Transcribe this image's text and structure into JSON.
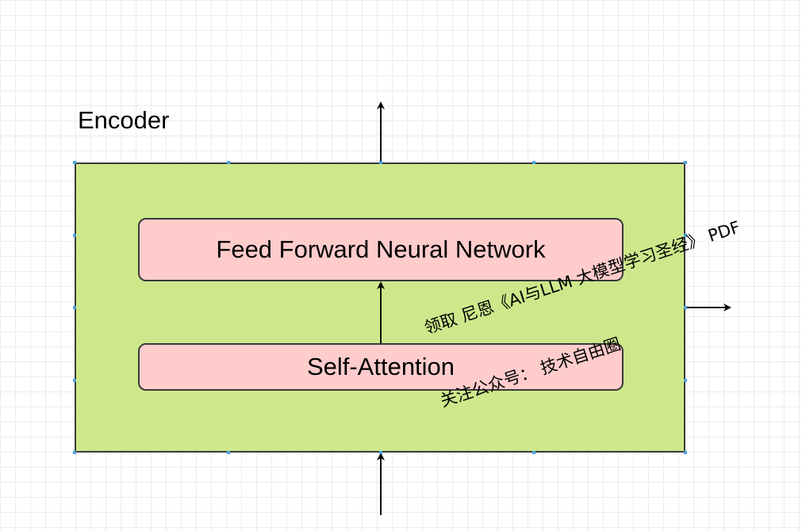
{
  "diagram": {
    "encoder_label": "Encoder",
    "layers": {
      "ffnn_label": "Feed Forward Neural Network",
      "self_attention_label": "Self-Attention"
    },
    "colors": {
      "encoder_fill": "#cde88b",
      "layer_fill": "#ffcccc",
      "border": "#3a3a3a",
      "handle": "#4aa3df"
    }
  },
  "watermark": {
    "line1": "领取  尼恩《AI与LLM 大模型学习圣经》 PDF",
    "line2": "关注公众号：  技术自由圈"
  }
}
